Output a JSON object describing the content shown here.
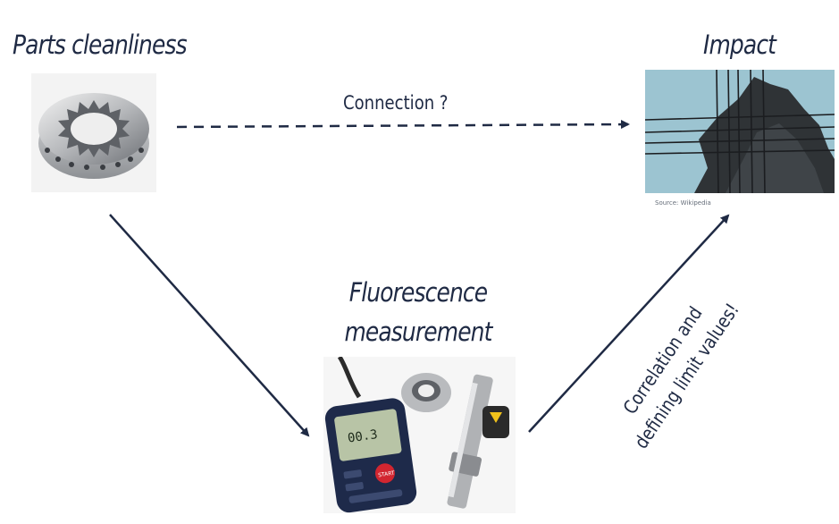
{
  "headings": {
    "parts_cleanliness": "Parts cleanliness",
    "impact": "Impact",
    "fluorescence_line1": "Fluorescence",
    "fluorescence_line2": "measurement"
  },
  "labels": {
    "connection": "Connection ?",
    "correlation_line1": "Correlation and",
    "correlation_line2": "defining limit values!",
    "source": "Source: Wikipedia"
  },
  "device_screen": {
    "reading": "00.3",
    "start_button": "START"
  },
  "colors": {
    "text": "#1f2a44",
    "arrow": "#1f2a44",
    "impact_background": "#9cc4d1",
    "device_body": "#1e2a4a",
    "start_button": "#d22630"
  }
}
